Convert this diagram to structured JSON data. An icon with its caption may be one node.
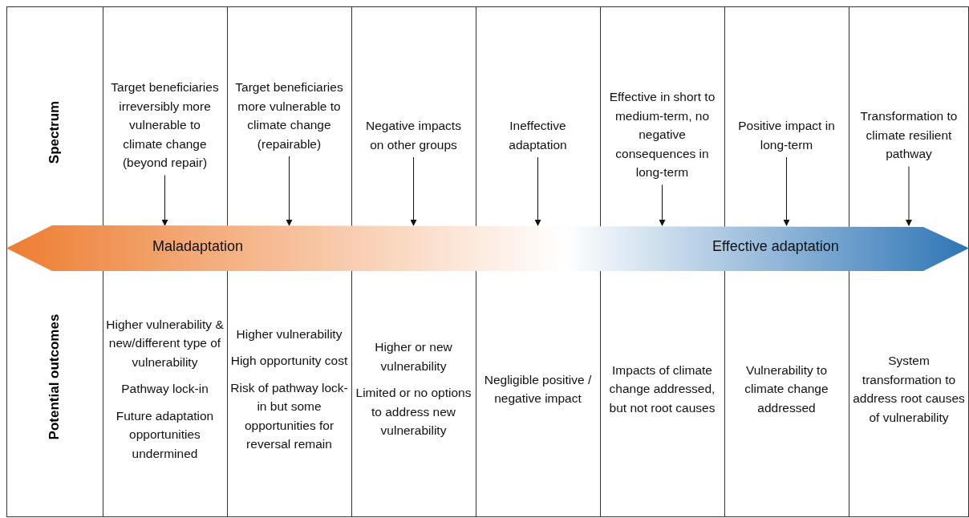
{
  "diagram": {
    "nodes": [
      {
        "text": [
          "Target beneficiaries irreversibly more vulnerable to climate change (beyond repair)"
        ]
      },
      {
        "text": [
          "Target beneficiaries more vulnerable to climate change (repairable)"
        ]
      },
      {
        "text": [
          "Negative impacts on other groups"
        ]
      },
      {
        "text": [
          "Ineffective adaptation"
        ]
      },
      {
        "text": [
          "Effective in short to medium-term, no negative consequences in long-term"
        ]
      },
      {
        "text": [
          "Positive impact in long-term"
        ]
      },
      {
        "text": [
          "Transformation to climate resilient pathway"
        ]
      },
      {
        "text": [
          "Maladaptation",
          "Effective adaptation"
        ]
      }
    ],
    "edges": [
      {
        "from": 0,
        "to": 7,
        "arrow": "to"
      },
      {
        "from": 1,
        "to": 7,
        "arrow": "to"
      },
      {
        "from": 2,
        "to": 7,
        "arrow": "to"
      },
      {
        "from": 3,
        "to": 7,
        "arrow": "to"
      },
      {
        "from": 4,
        "to": 7,
        "arrow": "to"
      },
      {
        "from": 5,
        "to": 7,
        "arrow": "to"
      },
      {
        "from": 6,
        "to": 7,
        "arrow": "to"
      }
    ],
    "labels": [
      "Spectrum",
      "Potential outcomes",
      "Higher vulnerability & new/different type of vulnerability",
      "Pathway lock-in",
      "Future adaptation opportunities undermined",
      "Higher vulnerability",
      "High opportunity cost",
      "Risk of pathway lock-in but some opportunities for reversal remain",
      "Higher or new vulnerability",
      "Limited or no options to address new vulnerability",
      "Negligible positive / negative impact",
      "Impacts of climate change addressed, but not root causes",
      "Vulnerability to climate change addressed",
      "System transformation to address root causes of vulnerability"
    ]
  }
}
